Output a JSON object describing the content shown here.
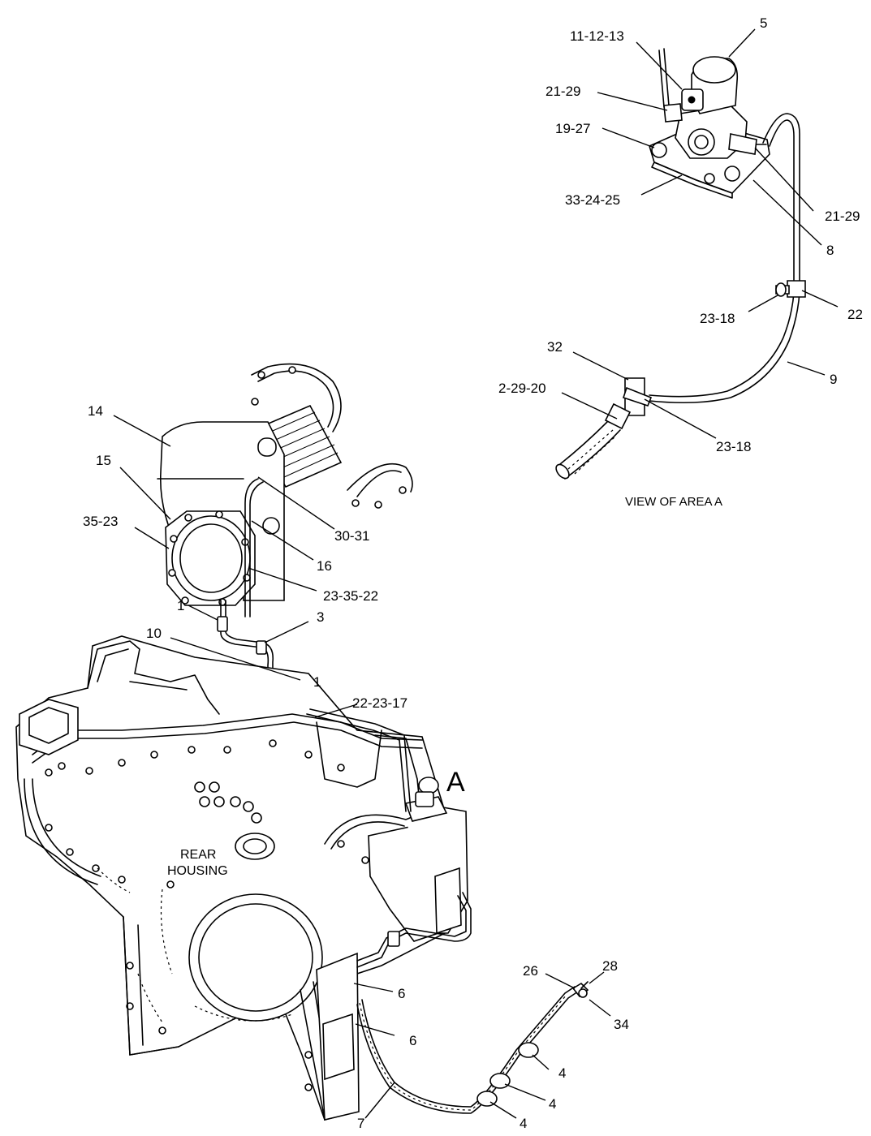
{
  "labels": {
    "c5": "5",
    "c11_12_13": "11-12-13",
    "c21_29_a": "21-29",
    "c19_27": "19-27",
    "c21_29_b": "21-29",
    "c33_24_25": "33-24-25",
    "c8": "8",
    "c23_18_a": "23-18",
    "c22": "22",
    "c32": "32",
    "c9": "9",
    "c2_29_20": "2-29-20",
    "c23_18_b": "23-18",
    "c14": "14",
    "c15": "15",
    "c35_23": "35-23",
    "c30_31": "30-31",
    "c16": "16",
    "c23_35_22": "23-35-22",
    "c1_a": "1",
    "c3": "3",
    "c10": "10",
    "c1_b": "1",
    "c22_23_17": "22-23-17",
    "c26": "26",
    "c28": "28",
    "c34": "34",
    "c6_a": "6",
    "c6_b": "6",
    "c4_a": "4",
    "c4_b": "4",
    "c4_c": "4",
    "c7": "7"
  },
  "view_caption": "VIEW OF AREA  A",
  "area_marker": "A",
  "housing_label": {
    "line1": "REAR",
    "line2": "HOUSING"
  }
}
